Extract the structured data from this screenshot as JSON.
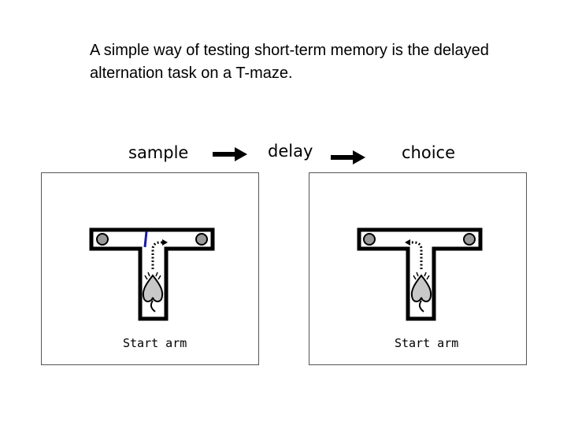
{
  "caption": "A simple way of testing short-term memory is the delayed alternation task on a T-maze.",
  "steps": {
    "sample": "sample",
    "delay": "delay",
    "choice": "choice"
  },
  "panels": {
    "sample": {
      "start_label": "Start arm"
    },
    "choice": {
      "start_label": "Start arm"
    }
  },
  "colors": {
    "maze_wall": "#000000",
    "food_well": "#9a9a9a",
    "door": "#1a1aa8",
    "rat": "#c8c8c8"
  },
  "icons": [
    "arrow-right-icon",
    "rat-icon",
    "food-well-icon",
    "dotted-path-arrow-icon"
  ]
}
